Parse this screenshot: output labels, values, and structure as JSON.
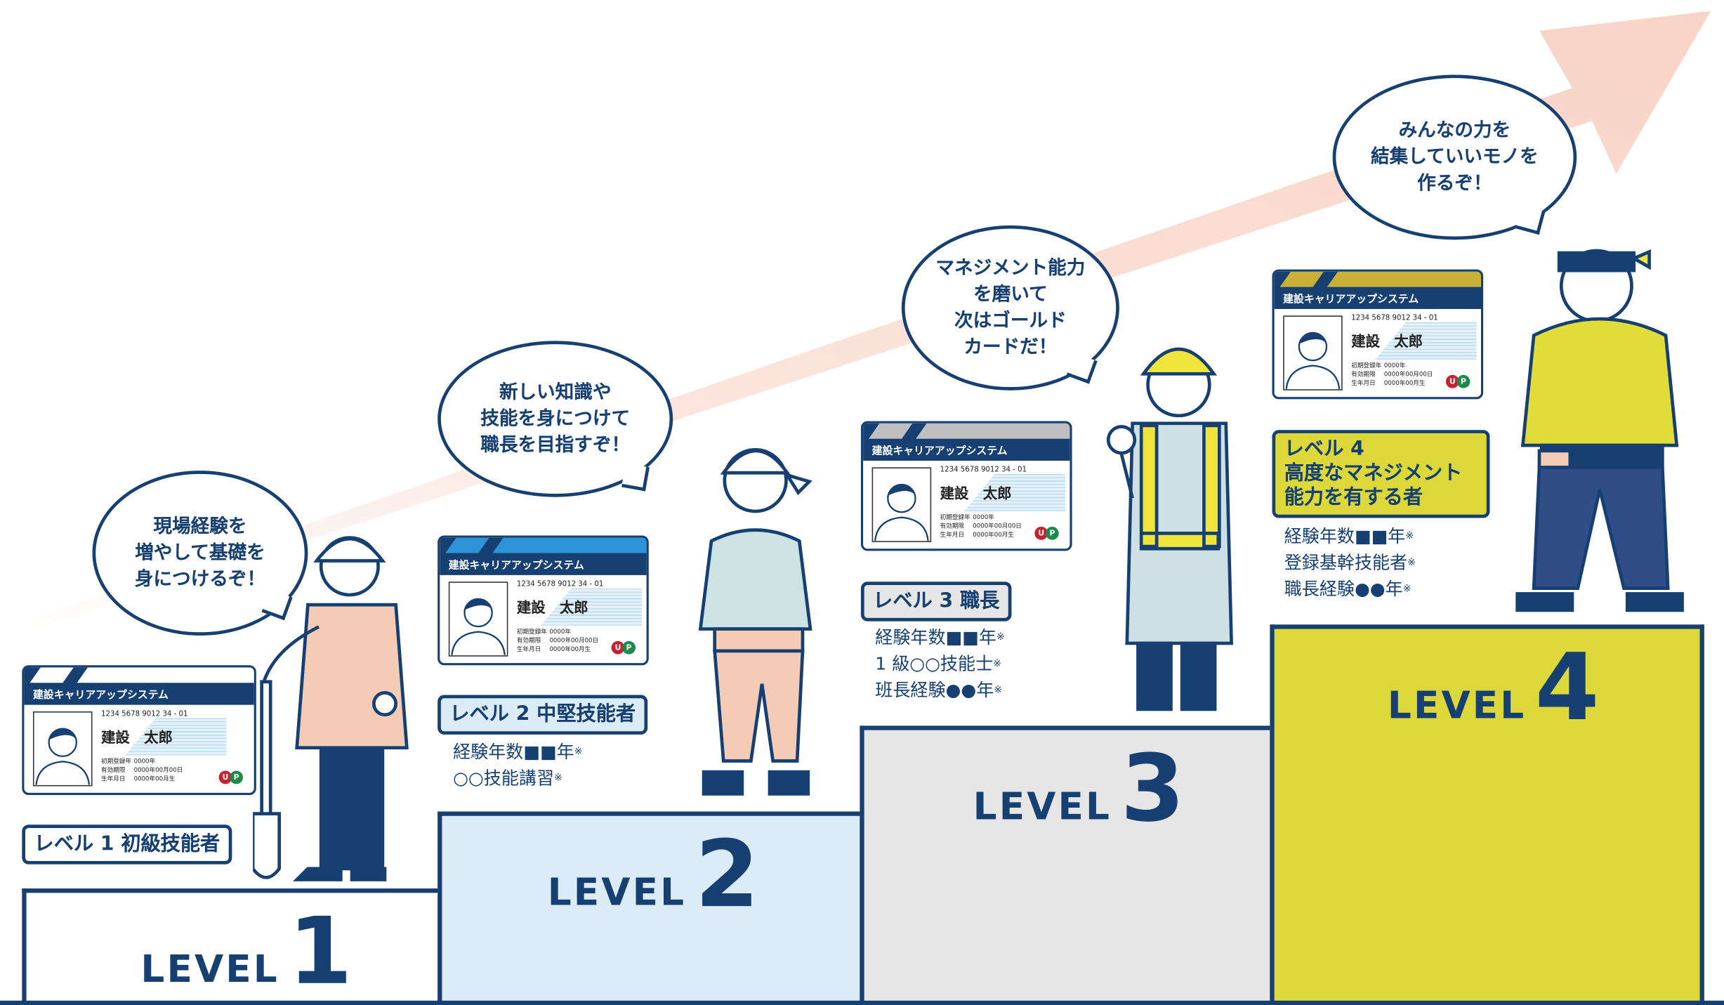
{
  "card": {
    "system": "建設キャリアアップシステム",
    "number": "1234 5678 9012 34 - 01",
    "name": "建設　太郎",
    "rows": [
      {
        "label": "初期登録年",
        "value": "0000年"
      },
      {
        "label": "有効期限",
        "value": "0000年00月00日"
      },
      {
        "label": "生年月日",
        "value": "0000年00月生"
      }
    ],
    "logo": [
      "U",
      "P"
    ]
  },
  "levels": [
    {
      "word": "LEVEL",
      "number": "1",
      "title": "レベル 1 初級技能者",
      "requirements": [],
      "speech": "現場経験を\n増やして基礎を\n身につけるぞ！",
      "card_color": "#ffffff",
      "podium_color": "#ffffff"
    },
    {
      "word": "LEVEL",
      "number": "2",
      "title": "レベル 2 中堅技能者",
      "requirements": [
        "経験年数■■年",
        "○○技能講習"
      ],
      "speech": "新しい知識や\n技能を身につけて\n職長を目指すぞ！",
      "card_color": "#2e93d6",
      "podium_color": "#dcecf7"
    },
    {
      "word": "LEVEL",
      "number": "3",
      "title": "レベル 3 職長",
      "requirements": [
        "経験年数■■年",
        "1 級○○技能士",
        "班長経験●●年"
      ],
      "speech": "マネジメント能力\nを磨いて\n次はゴールド\nカードだ！",
      "card_color": "#bfbfbf",
      "podium_color": "#e6e6e6"
    },
    {
      "word": "LEVEL",
      "number": "4",
      "title": "レベル 4\n高度なマネジメント\n能力を有する者",
      "requirements": [
        "経験年数■■年",
        "登録基幹技能者",
        "職長経験●●年"
      ],
      "speech": "みんなの力を\n結集していいモノを\n作るぞ！",
      "card_color": "#c9b037",
      "podium_color": "#dcd83a"
    }
  ],
  "note_mark": "※",
  "colors": {
    "navy": "#163f72",
    "arrow": "#fbe3dc",
    "logo_u": "#c8202e",
    "logo_p": "#1d8a4a"
  }
}
